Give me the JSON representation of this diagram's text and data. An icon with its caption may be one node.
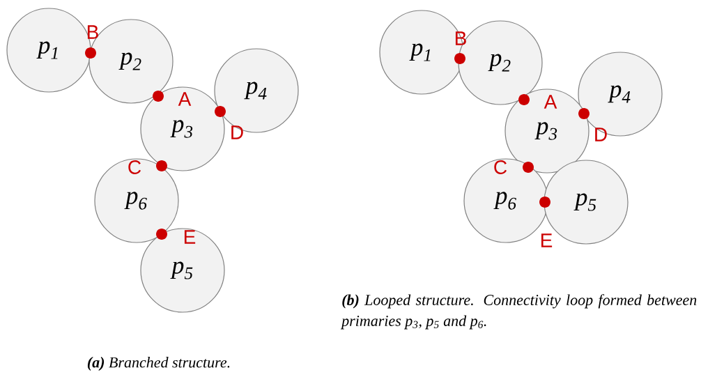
{
  "diagram": {
    "nodes": [
      {
        "text": [
          "p$_{1}$"
        ]
      },
      {
        "text": [
          "p$_{2}$"
        ]
      },
      {
        "text": [
          "p$_{4}$"
        ]
      },
      {
        "text": [
          "p$_{3}$"
        ]
      },
      {
        "text": [
          "p$_{6}$"
        ]
      },
      {
        "text": [
          "p$_{5}$"
        ]
      },
      {
        "text": [
          "p$_{1}$"
        ]
      },
      {
        "text": [
          "p$_{2}$"
        ]
      },
      {
        "text": [
          "p$_{4}$"
        ]
      },
      {
        "text": [
          "p$_{3}$"
        ]
      },
      {
        "text": [
          "p$_{6}$"
        ]
      },
      {
        "text": [
          "p$_{5}$"
        ]
      }
    ],
    "labels": [
      "B",
      "A",
      "D",
      "C",
      "E",
      "B",
      "A",
      "D",
      "C",
      "E",
      "**(a)** Branched structure.",
      "**(b)** Looped structure. Connectivity loop formed between primaries p$_{3}$, p$_{5}$ and p$_{6}$."
    ]
  }
}
